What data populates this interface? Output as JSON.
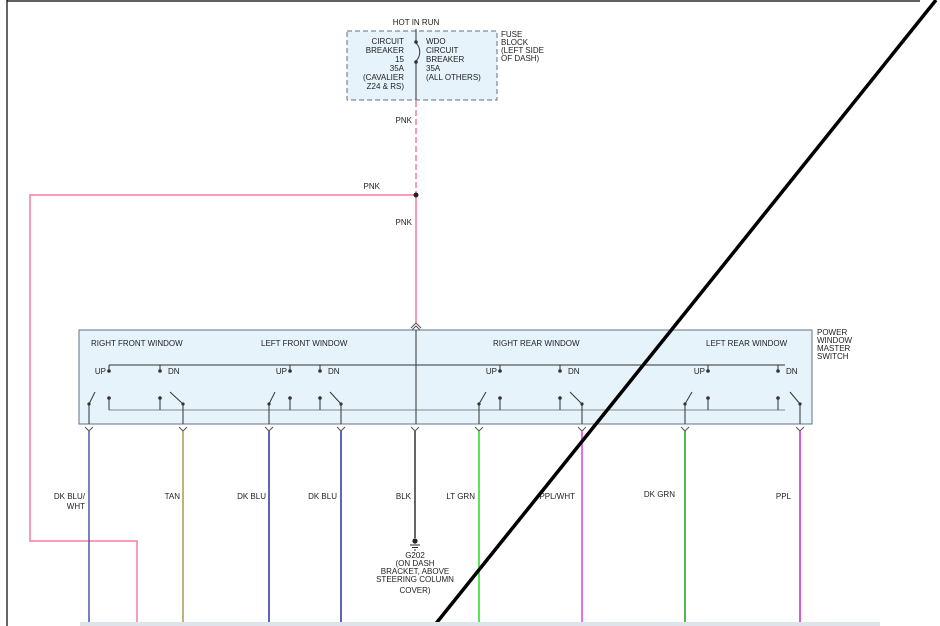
{
  "header": {
    "hot_in_run": "HOT IN RUN"
  },
  "fuse_block": {
    "label": [
      "FUSE",
      "BLOCK",
      "(LEFT SIDE",
      "OF DASH)"
    ],
    "left_breaker": [
      "CIRCUIT",
      "BREAKER",
      "15",
      "35A",
      "(CAVALIER",
      "Z24 & RS)"
    ],
    "right_breaker": [
      "WDO",
      "CIRCUIT",
      "BREAKER",
      "35A",
      "(ALL OTHERS)"
    ]
  },
  "wires_top": {
    "pnk_1": "PNK",
    "pnk_2": "PNK",
    "pnk_3": "PNK"
  },
  "master_switch": {
    "label": [
      "POWER",
      "WINDOW",
      "MASTER",
      "SWITCH"
    ],
    "sections": [
      "RIGHT FRONT WINDOW",
      "LEFT FRONT WINDOW",
      "RIGHT REAR WINDOW",
      "LEFT REAR WINDOW"
    ],
    "up_label": "UP",
    "dn_label": "DN"
  },
  "wires_bottom": {
    "dk_blu_wht": [
      "DK BLU/",
      "WHT"
    ],
    "tan": "TAN",
    "dk_blu_1": "DK BLU",
    "dk_blu_2": "DK BLU",
    "blk": "BLK",
    "lt_grn": "LT GRN",
    "ppl_wht": "PPL/WHT",
    "dk_grn": "DK GRN",
    "ppl": "PPL"
  },
  "ground": {
    "id": "G202",
    "location": [
      "(ON DASH",
      "BRACKET, ABOVE",
      "STEERING COLUMN",
      "COVER)"
    ]
  },
  "colors": {
    "pink": "#f77aa2",
    "dk_blu_wht": "#4c5aa8",
    "tan": "#a79c52",
    "dk_blu": "#2d2fa3",
    "blk": "#333333",
    "lt_grn": "#22dd22",
    "ppl_wht": "#e040e0",
    "dk_grn": "#16a016",
    "ppl": "#cc20cc",
    "box_fill": "#e6f3fb",
    "box_stroke": "#607080"
  }
}
